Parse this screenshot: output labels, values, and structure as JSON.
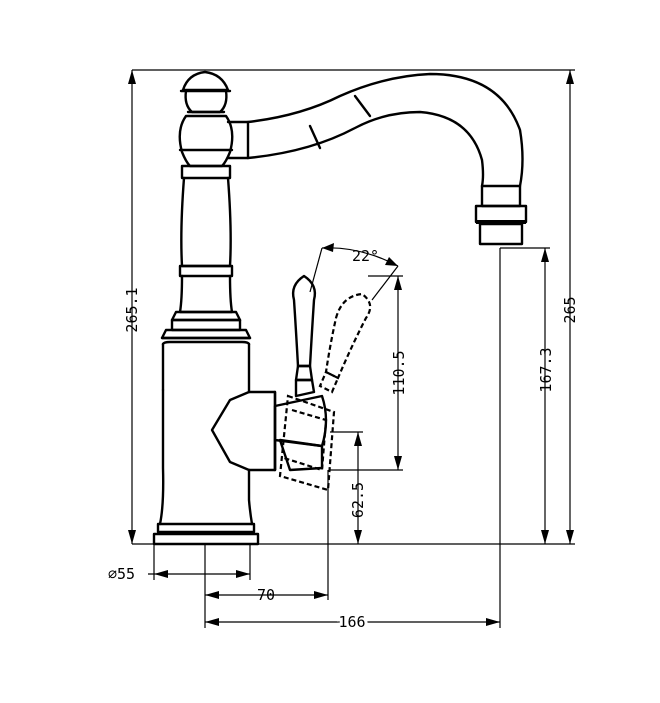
{
  "drawing": {
    "description_labels": {
      "overall_height": "265.1",
      "spout_height": "265",
      "spout_clearance": "167.3",
      "lever_height": "110.5",
      "handle_axis_height": "62.5",
      "lever_angle": "22°",
      "base_diameter": "⌀55",
      "lever_reach": "70",
      "spout_reach": "166"
    }
  }
}
